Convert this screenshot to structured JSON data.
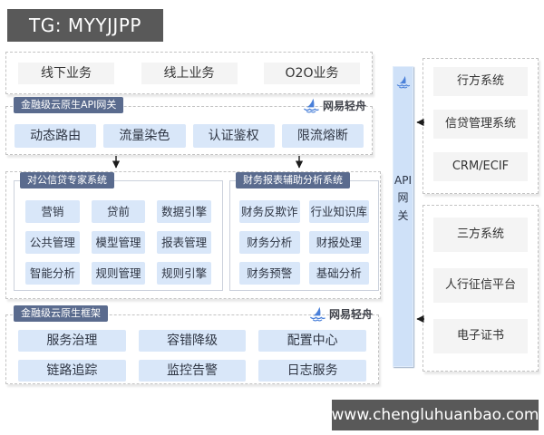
{
  "overlays": {
    "tg_tag": "TG: MYYJJPP",
    "site_tag": "www.chengluhuanbao.com"
  },
  "brand": {
    "name": "网易轻舟"
  },
  "layers": {
    "business": {
      "items": [
        "线下业务",
        "线上业务",
        "O2O业务"
      ]
    },
    "gateway": {
      "title": "金融级云原生API网关",
      "items": [
        "动态路由",
        "流量染色",
        "认证鉴权",
        "限流熔断"
      ]
    },
    "credit_system": {
      "title": "对公信贷专家系统",
      "items": [
        "营销",
        "贷前",
        "数据引擎",
        "公共管理",
        "模型管理",
        "报表管理",
        "智能分析",
        "规则管理",
        "规则引擎"
      ]
    },
    "finance_system": {
      "title": "财务报表辅助分析系统",
      "items": [
        "财务反欺诈",
        "行业知识库",
        "财务分析",
        "财报处理",
        "财务预警",
        "基础分析"
      ]
    },
    "framework": {
      "title": "金融级云原生框架",
      "items": [
        "服务治理",
        "容错降级",
        "配置中心",
        "链路追踪",
        "监控告警",
        "日志服务"
      ]
    }
  },
  "api_bar": {
    "lines": [
      "API",
      "网",
      "关"
    ]
  },
  "external": {
    "bank_group": {
      "items": [
        "行方系统",
        "信贷管理系统",
        "CRM/ECIF"
      ]
    },
    "third_party_group": {
      "items": [
        "三方系统",
        "人行征信平台",
        "电子证书"
      ]
    }
  },
  "colors": {
    "watermark_dark": "#595959",
    "section_header": "#5a6b8e",
    "item_blue": "#d9e7f9",
    "item_gray": "#f4f4f4",
    "bar_blue": "#cfe1f8",
    "logo_blue": "#4a80d9"
  }
}
